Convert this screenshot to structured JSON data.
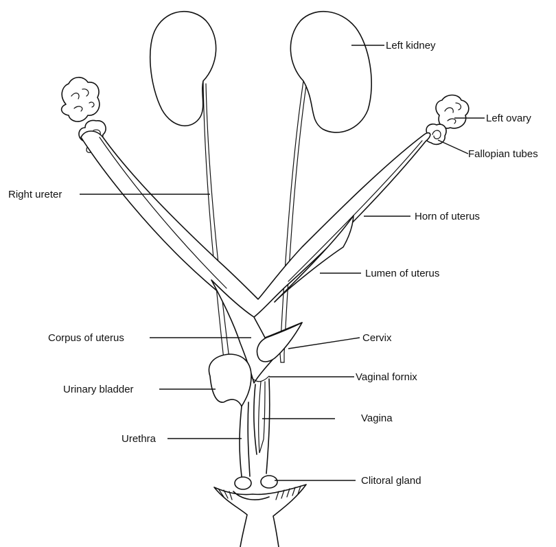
{
  "labels": {
    "left_kidney": "Left kidney",
    "left_ovary": "Left ovary",
    "fallopian_tubes": "Fallopian tubes",
    "right_ureter": "Right ureter",
    "horn_of_uterus": "Horn of uterus",
    "lumen_of_uterus": "Lumen of uterus",
    "corpus_of_uterus": "Corpus of uterus",
    "cervix": "Cervix",
    "urinary_bladder": "Urinary bladder",
    "vaginal_fornix": "Vaginal fornix",
    "vagina": "Vagina",
    "urethra": "Urethra",
    "clitoral_gland": "Clitoral gland"
  },
  "style": {
    "line_color": "#111111",
    "background": "#ffffff"
  }
}
